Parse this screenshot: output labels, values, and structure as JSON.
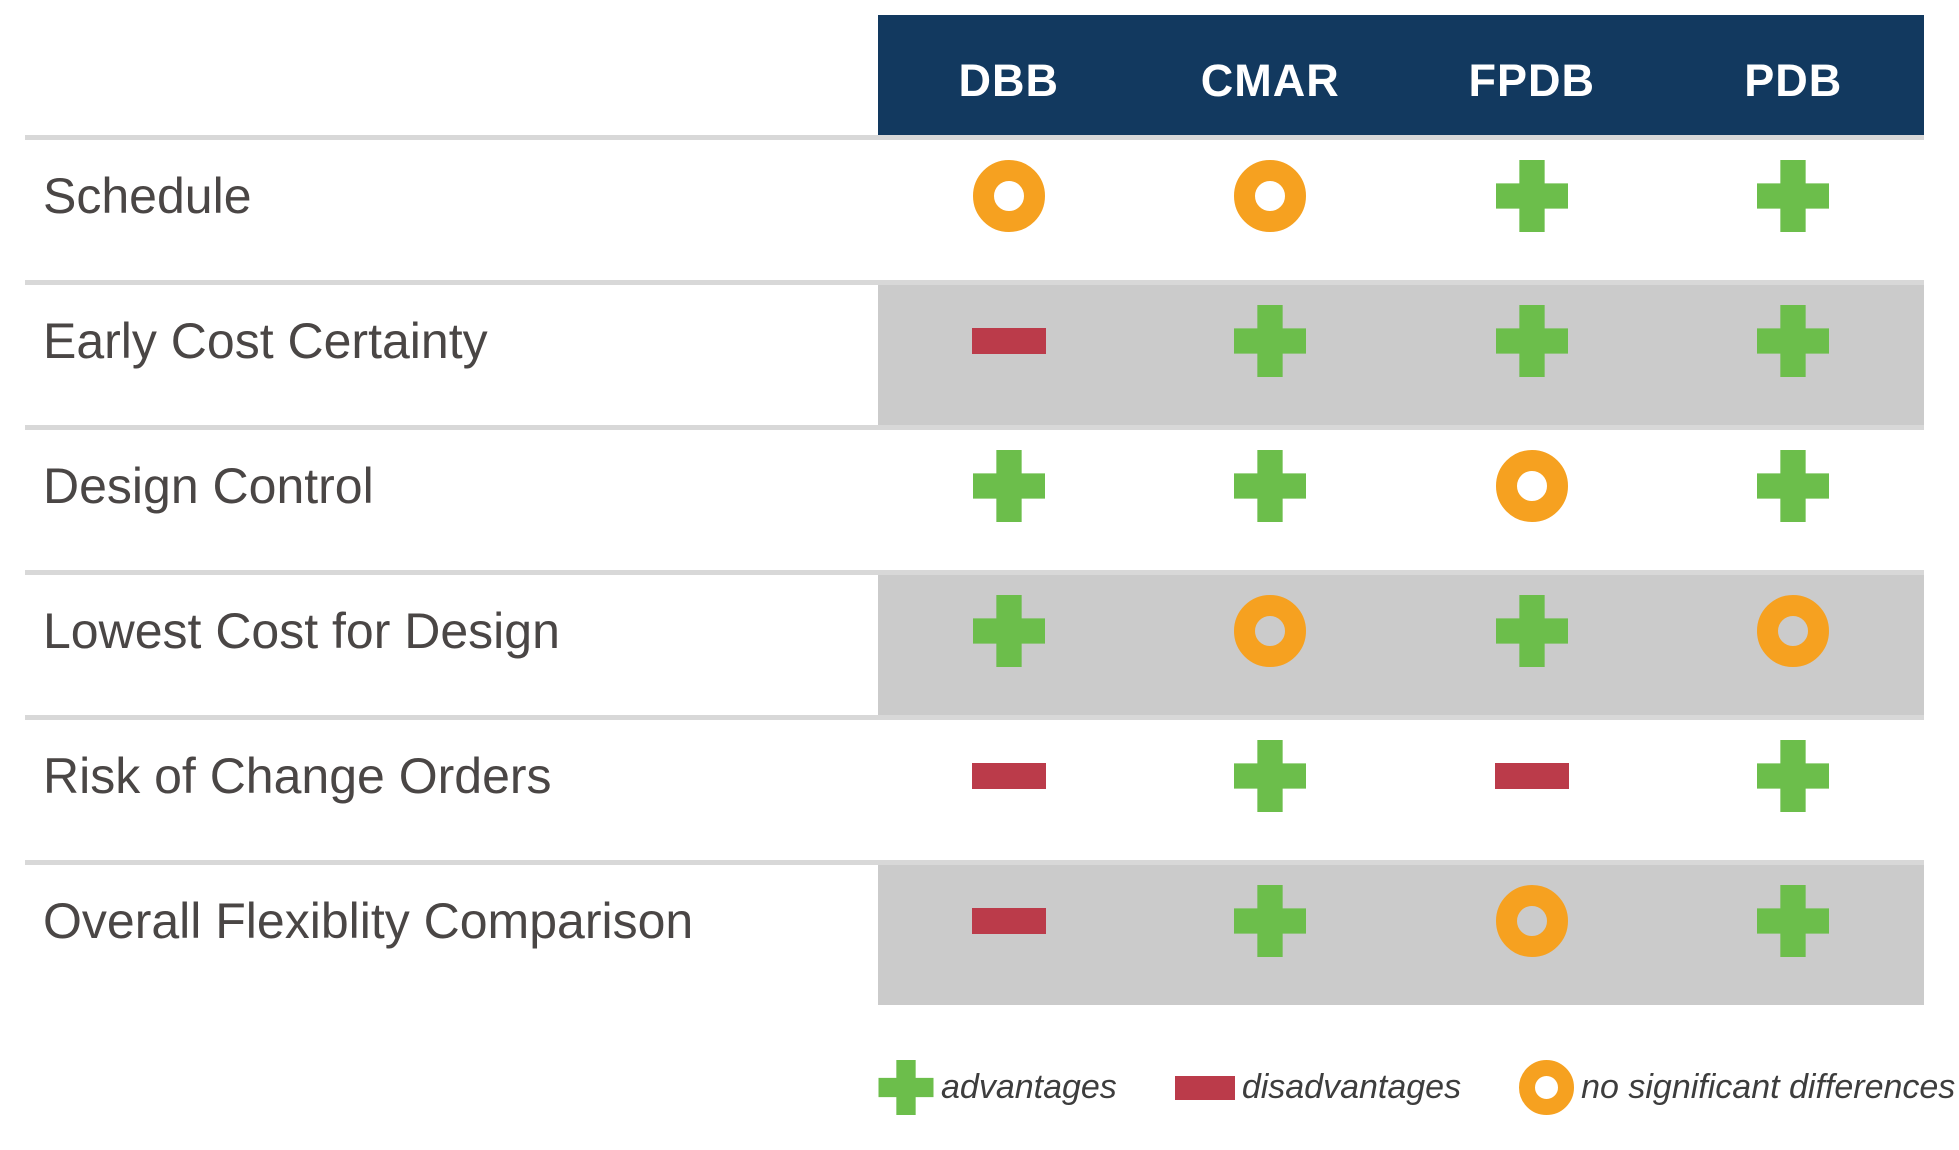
{
  "colors": {
    "navy": "#12395F",
    "green": "#6CBE4B",
    "red": "#BB3B4A",
    "orange": "#F6A120",
    "shade": "#CBCBCB",
    "divider": "#D8D8D8",
    "labelText": "#4A4645",
    "legendText": "#3D3D3D"
  },
  "chart_data": {
    "type": "table",
    "columns": [
      "DBB",
      "CMAR",
      "FPDB",
      "PDB"
    ],
    "rows": [
      {
        "label": "Schedule",
        "shaded": false,
        "cells": [
          "neutral",
          "neutral",
          "advantage",
          "advantage"
        ]
      },
      {
        "label": "Early Cost Certainty",
        "shaded": true,
        "cells": [
          "disadvantage",
          "advantage",
          "advantage",
          "advantage"
        ]
      },
      {
        "label": "Design Control",
        "shaded": false,
        "cells": [
          "advantage",
          "advantage",
          "neutral",
          "advantage"
        ]
      },
      {
        "label": "Lowest Cost for Design",
        "shaded": true,
        "cells": [
          "advantage",
          "neutral",
          "advantage",
          "neutral"
        ]
      },
      {
        "label": "Risk of Change Orders",
        "shaded": false,
        "cells": [
          "disadvantage",
          "advantage",
          "disadvantage",
          "advantage"
        ]
      },
      {
        "label": "Overall Flexiblity Comparison",
        "shaded": true,
        "cells": [
          "disadvantage",
          "advantage",
          "neutral",
          "advantage"
        ]
      }
    ],
    "legend": [
      {
        "type": "advantage",
        "label": "advantages"
      },
      {
        "type": "disadvantage",
        "label": "disadvantages"
      },
      {
        "type": "neutral",
        "label": "no significant differences"
      }
    ]
  }
}
